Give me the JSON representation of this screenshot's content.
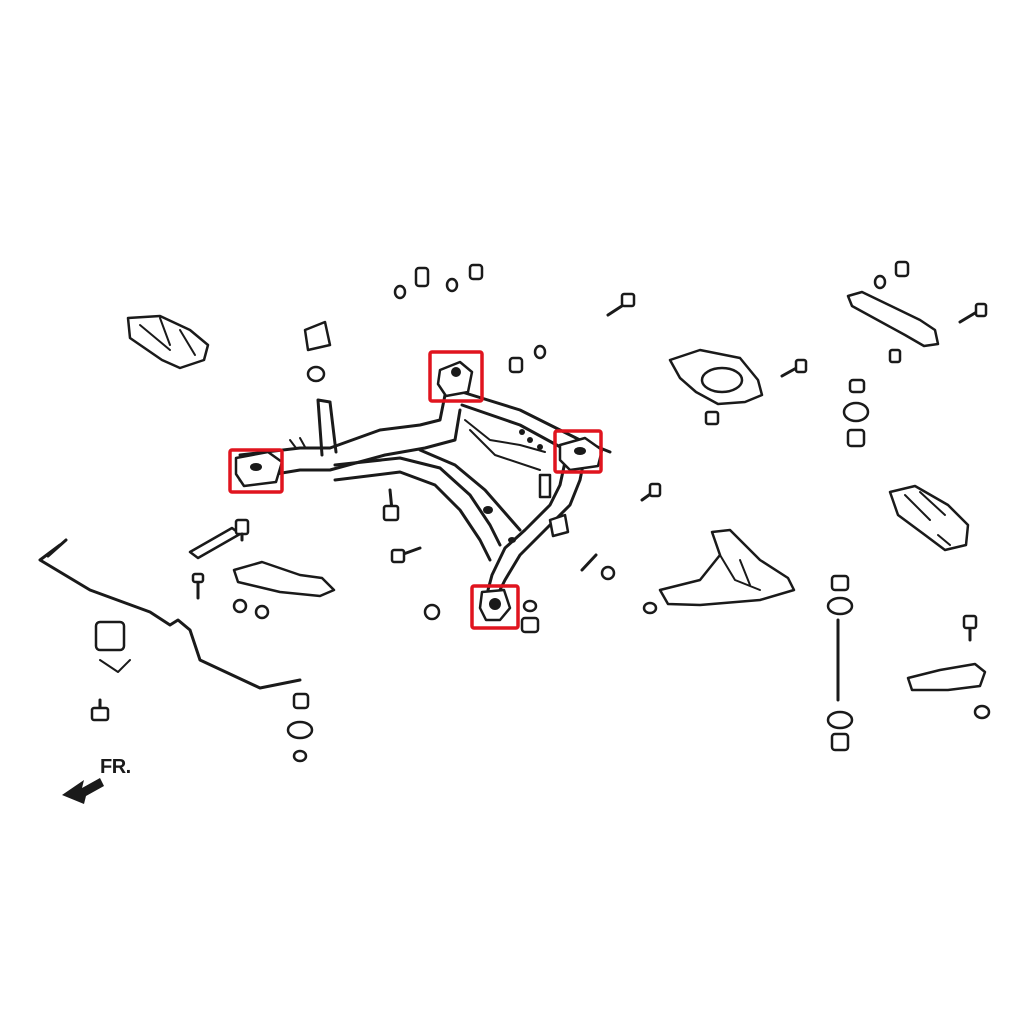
{
  "direction_label": "FR.",
  "colors": {
    "line": "#1a1a1a",
    "highlight": "#e0141e",
    "background": "#ffffff"
  },
  "highlights": [
    {
      "name": "subframe-bushing-front-left"
    },
    {
      "name": "subframe-bushing-rear-left"
    },
    {
      "name": "subframe-bushing-rear-right"
    },
    {
      "name": "subframe-bushing-front-right"
    }
  ]
}
